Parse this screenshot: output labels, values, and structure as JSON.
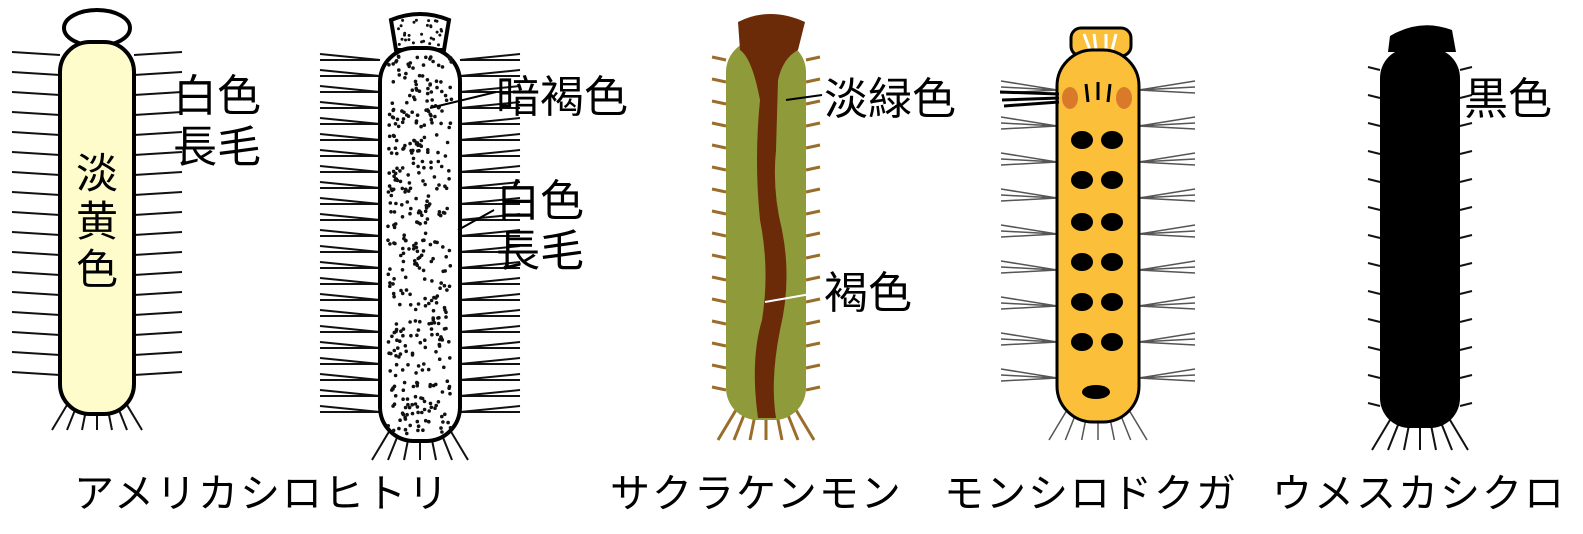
{
  "colors": {
    "pale_yellow": "#fffccc",
    "olive_green": "#8f9a3a",
    "brown": "#6b2a08",
    "hair_brown": "#9a6e2a",
    "orange_yellow": "#fbbf3a",
    "orange_patch": "#d97a2a",
    "black": "#000000"
  },
  "caterpillars": [
    {
      "name": "アメリカシロヒトリ",
      "labels": {
        "long_hair": [
          "白色",
          "長毛"
        ],
        "body_color": [
          "淡",
          "黄",
          "色"
        ]
      }
    },
    {
      "name": "",
      "labels": {
        "dark_color": "暗褐色",
        "long_hair": [
          "白色",
          "長毛"
        ]
      }
    },
    {
      "name": "サクラケンモン",
      "labels": {
        "light_green": "淡緑色",
        "brown": "褐色"
      }
    },
    {
      "name": "モンシロドクガ",
      "labels": {}
    },
    {
      "name": "ウメスカシクロ",
      "labels": {
        "black": "黒色"
      }
    }
  ]
}
